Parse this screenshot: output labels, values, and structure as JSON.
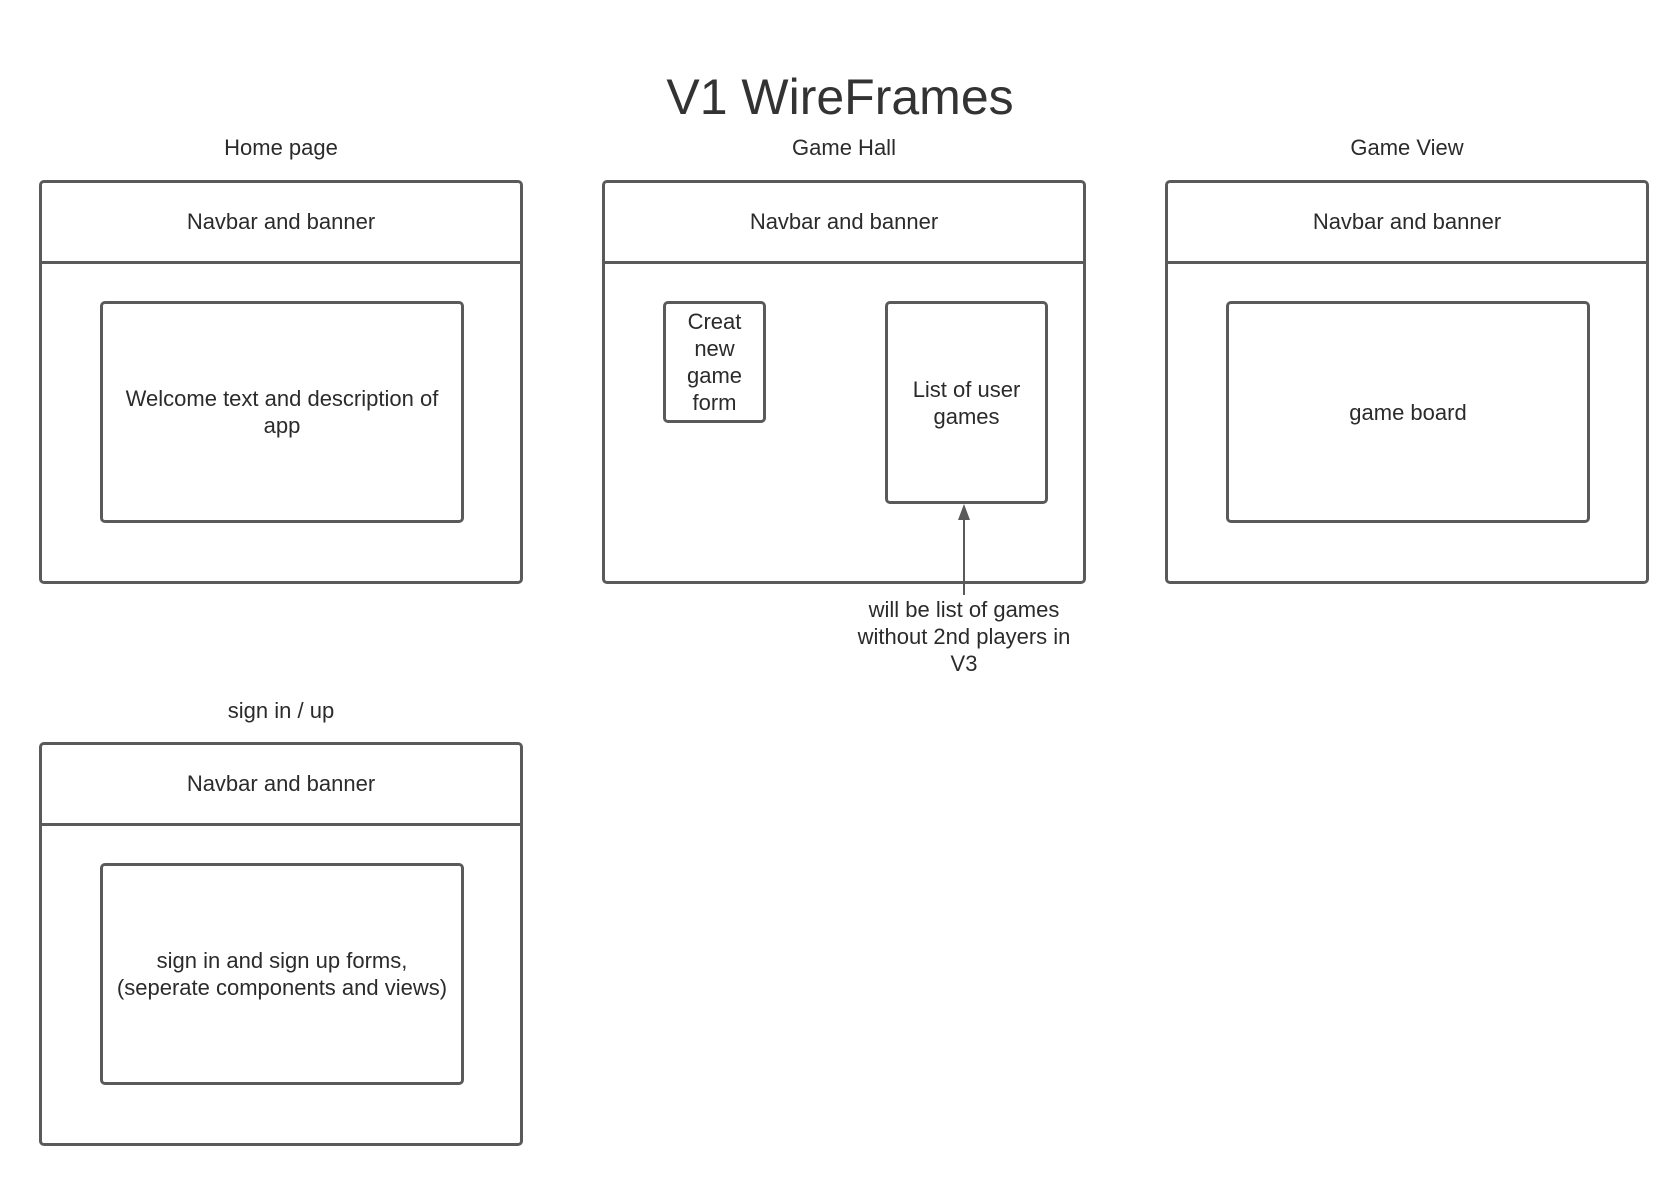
{
  "title": "V1 WireFrames",
  "colors": {
    "stroke": "#5a5a5a",
    "text": "#2b2b2b",
    "background": "#ffffff"
  },
  "wireframes": {
    "home": {
      "label": "Home page",
      "navbar": "Navbar and banner",
      "content": "Welcome text and description of app"
    },
    "game_hall": {
      "label": "Game Hall",
      "navbar": "Navbar and banner",
      "create_form": "Creat\nnew\ngame\nform",
      "user_games": "List of user\ngames",
      "annotation": "will be list of games\nwithout 2nd players in\nV3"
    },
    "game_view": {
      "label": "Game View",
      "navbar": "Navbar and banner",
      "content": "game board"
    },
    "sign_in_up": {
      "label": "sign in / up",
      "navbar": "Navbar and banner",
      "content": "sign in and sign up forms,\n(seperate components and views)"
    }
  }
}
